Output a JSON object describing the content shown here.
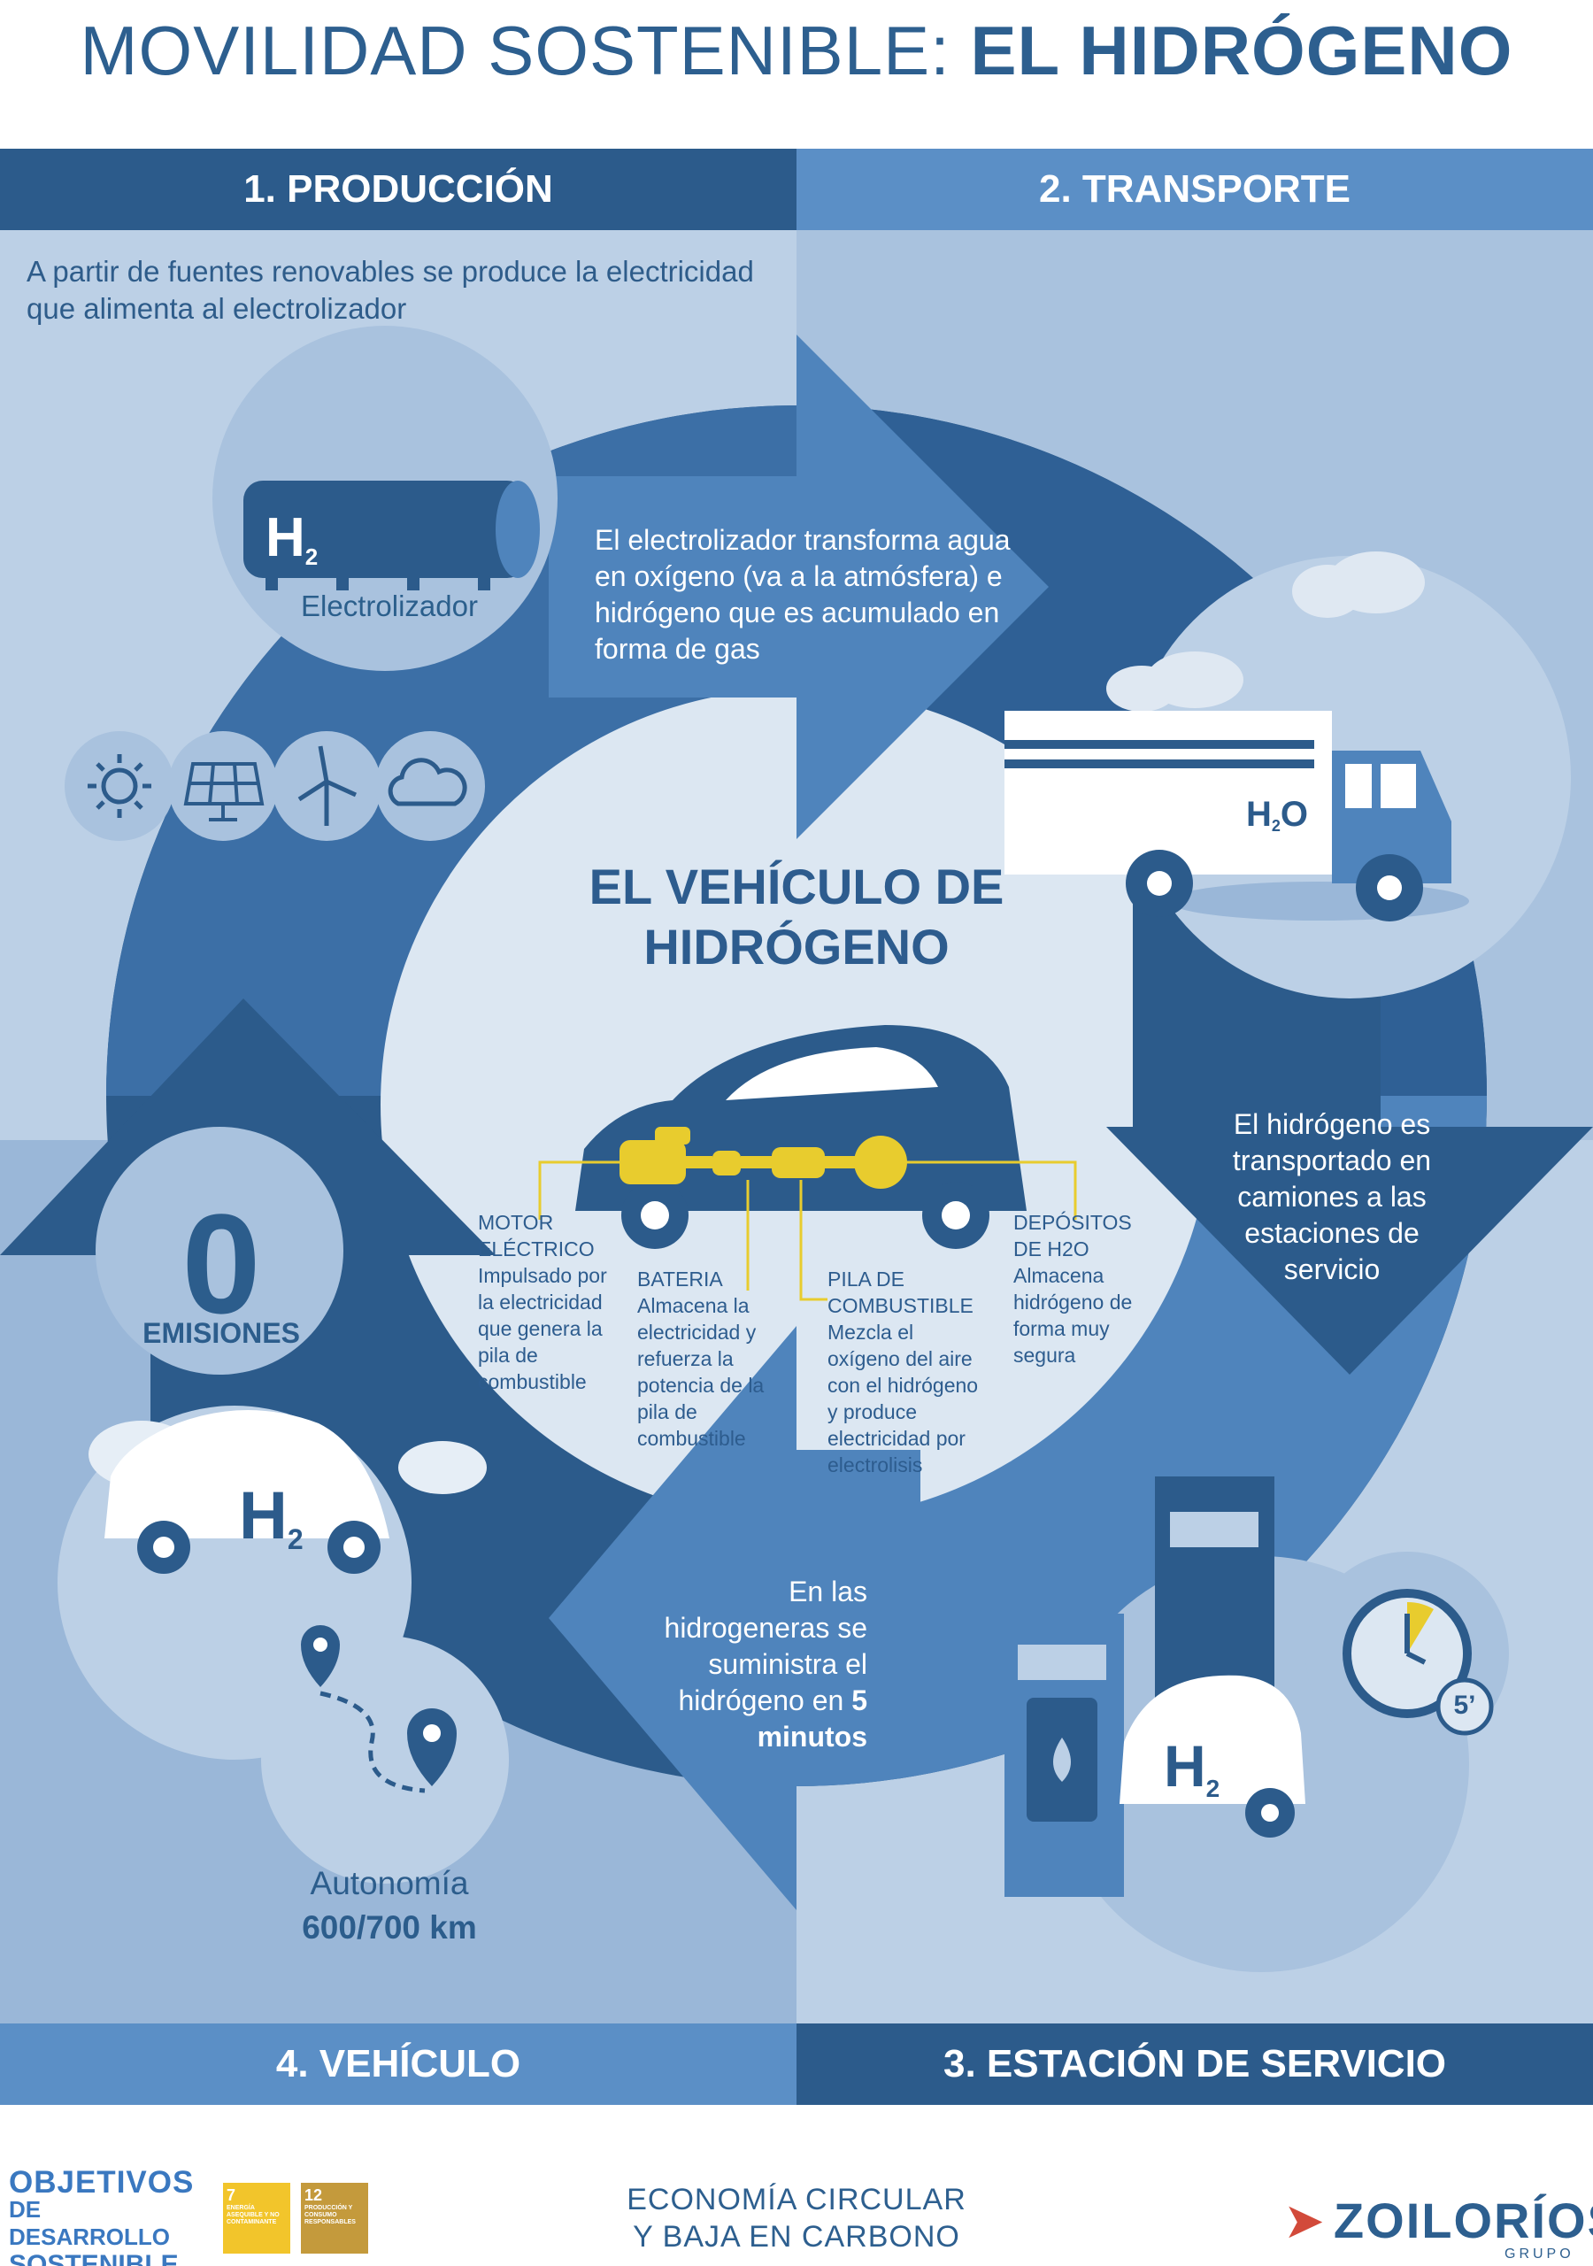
{
  "title": {
    "light": "MOVILIDAD SOSTENIBLE: ",
    "bold": "EL HIDRÓGENO"
  },
  "sections": {
    "production": "1. PRODUCCIÓN",
    "transport": "2. TRANSPORTE",
    "station": "3. ESTACIÓN DE SERVICIO",
    "vehicle": "4. VEHÍCULO"
  },
  "production_intro": "A partir de fuentes renovables se produce la electricidad que alimenta al electrolizador",
  "electrolyzer": {
    "label": "Electrolizador",
    "tank_text_main": "H",
    "tank_text_sub": "2"
  },
  "renewable_icons": [
    "sun-icon",
    "solar-panel-icon",
    "wind-turbine-icon",
    "cloud-icon"
  ],
  "arrow_production_text": "El electrolizador transforma agua en oxígeno (va a la atmósfera) e hidrógeno que es acumulado en forma de gas",
  "truck_label": {
    "main": "H",
    "sub": "2",
    "end": "O"
  },
  "arrow_transport_text": "El hidrógeno es transportado en camiones a las estaciones de servicio",
  "center_title": "EL VEHÍCULO DE HIDRÓGENO",
  "components": [
    {
      "title": "MOTOR ELÉCTRICO",
      "desc": "Impulsado por la electricidad que genera la pila de combustible"
    },
    {
      "title": "BATERIA",
      "desc": "Almacena la electricidad y refuerza la potencia de la pila de combustible"
    },
    {
      "title": "PILA DE COMBUSTIBLE",
      "desc": "Mezcla el oxígeno del aire con el hidrógeno y produce electricidad por electrolisis"
    },
    {
      "title": "DEPÓSITOS DE H2O",
      "desc": "Almacena hidrógeno de forma muy segura"
    }
  ],
  "arrow_station_text": {
    "main": "En las hidrogeneras se suministra el hidrógeno en ",
    "bold": "5 minutos"
  },
  "station": {
    "timer_label": "5’",
    "car_main": "H",
    "car_sub": "2"
  },
  "emissions": {
    "value": "0",
    "label": "EMISIONES"
  },
  "vehicle_car": {
    "main": "H",
    "sub": "2"
  },
  "autonomy": {
    "label": "Autonomía",
    "value": "600/700 km"
  },
  "footer": {
    "ods_line1": "OBJETIVOS",
    "ods_line2": "DE DESARROLLO",
    "ods_line3": "SOSTENIBLE",
    "sdg7": {
      "number": "7",
      "text": "ENERGÍA ASEQUIBLE Y NO CONTAMINANTE"
    },
    "sdg12": {
      "number": "12",
      "text": "PRODUCCIÓN Y CONSUMO RESPONSABLES"
    },
    "economy_line1": "ECONOMÍA CIRCULAR",
    "economy_line2": "Y BAJA EN CARBONO",
    "brand_a": "ZOILO",
    "brand_b": "RÍOS",
    "brand_sub": "GRUPO"
  },
  "colors": {
    "dark_blue": "#2c5b8b",
    "mid_blue": "#4f84bc",
    "light_blue": "#bcd0e6",
    "pale_blue": "#dce7f2",
    "header_left": "#2c5b8b",
    "header_right": "#5b8fc6",
    "yellow": "#e8cc2e"
  }
}
